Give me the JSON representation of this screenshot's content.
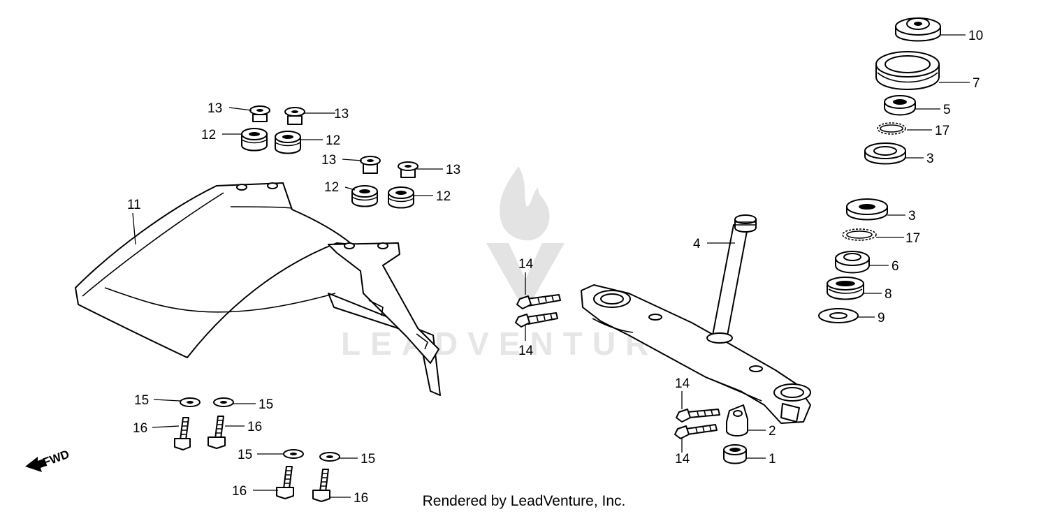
{
  "watermark": {
    "text": "LEADVENTURE"
  },
  "credit": "Rendered by LeadVenture, Inc.",
  "direction_label": "FWD",
  "callouts": [
    {
      "id": "c11",
      "label": "11"
    },
    {
      "id": "c13a",
      "label": "13"
    },
    {
      "id": "c13b",
      "label": "13"
    },
    {
      "id": "c12a",
      "label": "12"
    },
    {
      "id": "c12b",
      "label": "12"
    },
    {
      "id": "c13c",
      "label": "13"
    },
    {
      "id": "c13d",
      "label": "13"
    },
    {
      "id": "c12c",
      "label": "12"
    },
    {
      "id": "c12d",
      "label": "12"
    },
    {
      "id": "c10",
      "label": "10"
    },
    {
      "id": "c7",
      "label": "7"
    },
    {
      "id": "c5",
      "label": "5"
    },
    {
      "id": "c17a",
      "label": "17"
    },
    {
      "id": "c3a",
      "label": "3"
    },
    {
      "id": "c3b",
      "label": "3"
    },
    {
      "id": "c17b",
      "label": "17"
    },
    {
      "id": "c6",
      "label": "6"
    },
    {
      "id": "c8",
      "label": "8"
    },
    {
      "id": "c9",
      "label": "9"
    },
    {
      "id": "c4",
      "label": "4"
    },
    {
      "id": "c14a",
      "label": "14"
    },
    {
      "id": "c14b",
      "label": "14"
    },
    {
      "id": "c14c",
      "label": "14"
    },
    {
      "id": "c14d",
      "label": "14"
    },
    {
      "id": "c2",
      "label": "2"
    },
    {
      "id": "c1",
      "label": "1"
    },
    {
      "id": "c15a",
      "label": "15"
    },
    {
      "id": "c15b",
      "label": "15"
    },
    {
      "id": "c16a",
      "label": "16"
    },
    {
      "id": "c16b",
      "label": "16"
    },
    {
      "id": "c15c",
      "label": "15"
    },
    {
      "id": "c15d",
      "label": "15"
    },
    {
      "id": "c16c",
      "label": "16"
    },
    {
      "id": "c16d",
      "label": "16"
    }
  ]
}
